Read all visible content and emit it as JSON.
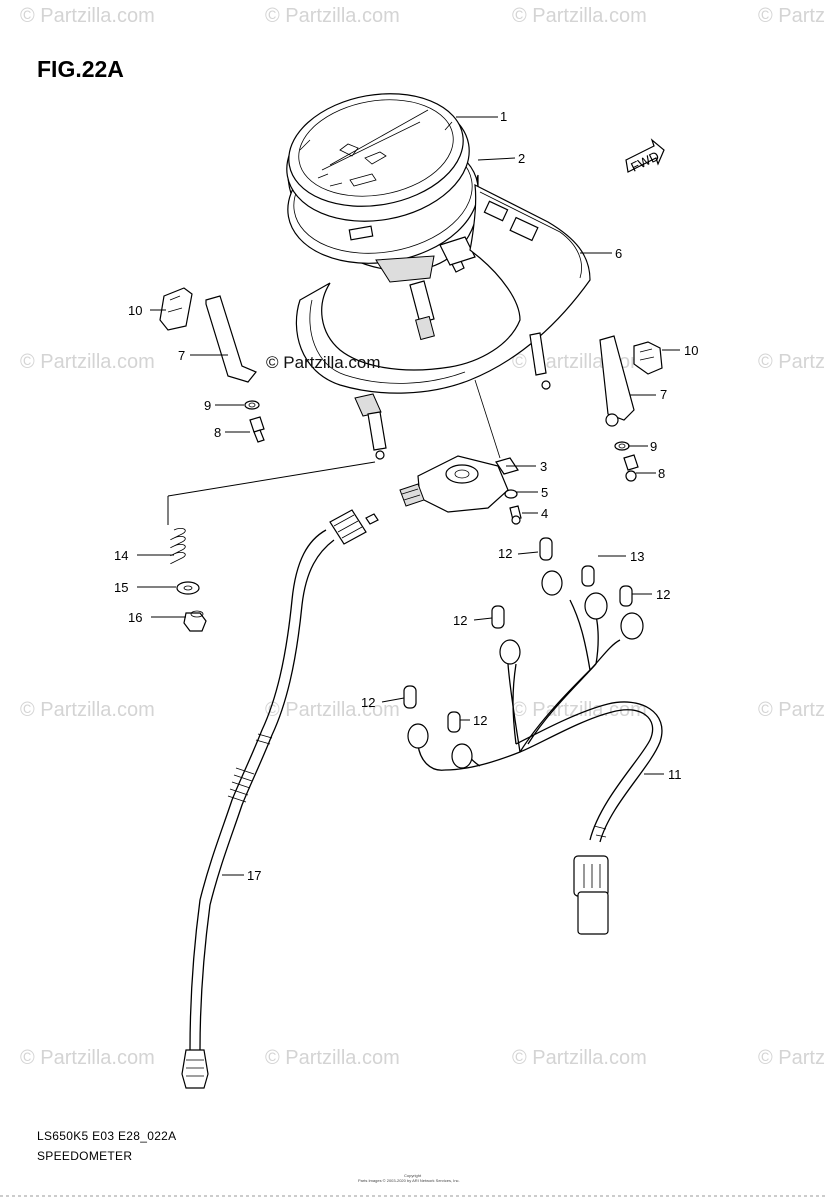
{
  "figure": {
    "title": "FIG.22A",
    "model_code": "LS650K5 E03 E28_022A",
    "caption": "SPEEDOMETER"
  },
  "watermarks": {
    "text": "© Partzilla.com",
    "center_text": "© Partzilla.com",
    "corner_text": "© Partz"
  },
  "fwd_label": "FWD",
  "copyright_line": "Copyright",
  "copyright_small": "Parts Images © 2003-2020 by ARI Network Services, Inc.",
  "callouts": {
    "c1": "1",
    "c2": "2",
    "c3": "3",
    "c4": "4",
    "c5": "5",
    "c6": "6",
    "c7a": "7",
    "c7b": "7",
    "c8a": "8",
    "c8b": "8",
    "c9a": "9",
    "c9b": "9",
    "c10a": "10",
    "c10b": "10",
    "c11": "11",
    "c12a": "12",
    "c12b": "12",
    "c12c": "12",
    "c12d": "12",
    "c12e": "12",
    "c13": "13",
    "c14": "14",
    "c15": "15",
    "c16": "16",
    "c17": "17"
  },
  "colors": {
    "ink": "#000000",
    "watermark": "#d4d4d4"
  }
}
